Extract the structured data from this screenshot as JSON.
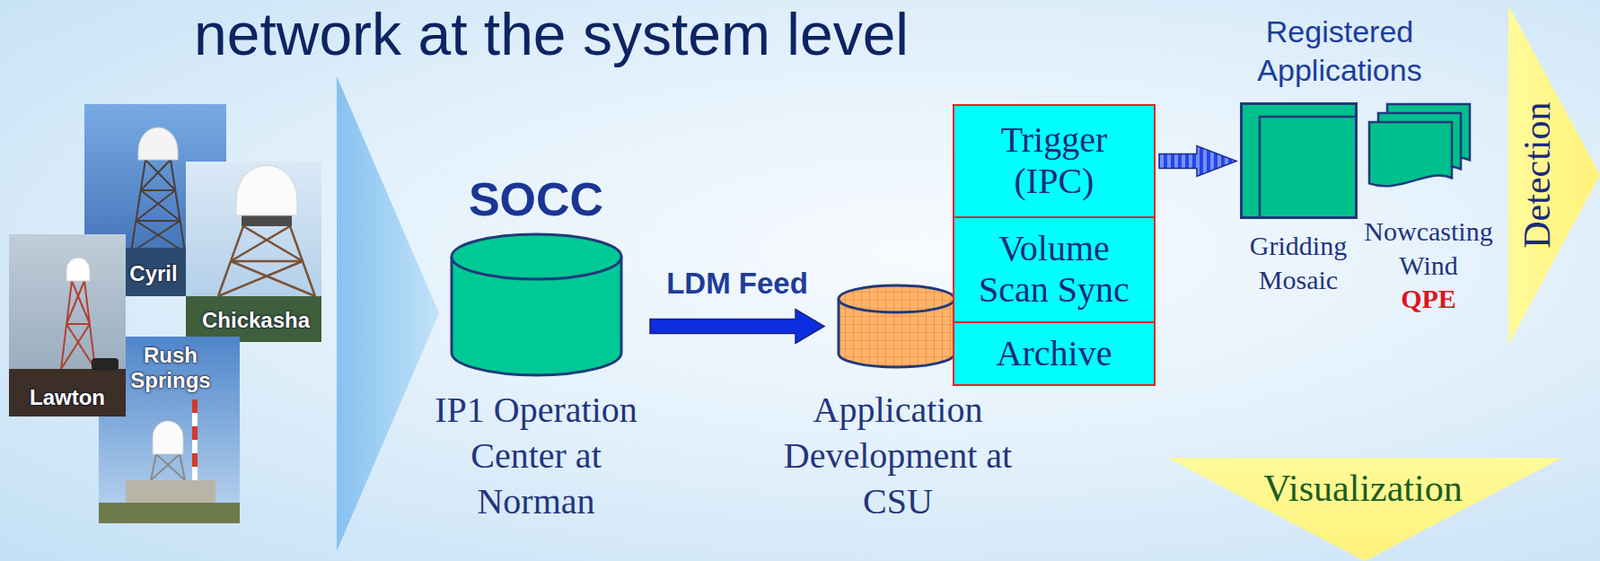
{
  "diagram": {
    "title": "network at the system level",
    "nodes": [
      {
        "text": [
          "Cyril"
        ]
      },
      {
        "text": [
          "Chickasha"
        ]
      },
      {
        "text": [
          "Rush Springs"
        ]
      },
      {
        "text": [
          "Lawton"
        ]
      },
      {
        "text": [
          "SOCC",
          "IP1 Operation Center at Norman"
        ]
      },
      {
        "text": [
          "Application Development at CSU"
        ]
      },
      {
        "text": [
          "Trigger (IPC)"
        ]
      },
      {
        "text": [
          "Volume Scan Sync"
        ]
      },
      {
        "text": [
          "Archive"
        ]
      },
      {
        "text": [
          "Gridding Mosaic"
        ]
      },
      {
        "text": [
          "Nowcasting Wind",
          "QPE"
        ]
      },
      {
        "text": [
          "Detection"
        ]
      },
      {
        "text": [
          "Visualization"
        ]
      }
    ],
    "edges": [
      {
        "from": 4,
        "to": 5,
        "label": "LDM Feed",
        "arrow": "to"
      },
      {
        "from": 6,
        "to": 9,
        "arrow": "to"
      }
    ],
    "labels": [
      "Registered Applications"
    ]
  }
}
